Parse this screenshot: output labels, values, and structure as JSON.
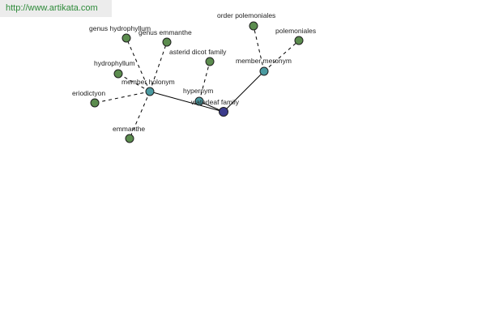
{
  "banner": {
    "url_text": "http://www.artikata.com"
  },
  "colors": {
    "leaf_node": "#5b8c4e",
    "relation_node": "#4a9aa0",
    "root_node": "#3b3b8c",
    "edge": "#000000"
  },
  "graph": {
    "nodes": [
      {
        "id": "waterleaf-family",
        "label": "waterleaf family",
        "kind": "root"
      },
      {
        "id": "member-holonym",
        "label": "member holonym",
        "kind": "relation"
      },
      {
        "id": "hypernym",
        "label": "hypernym",
        "kind": "relation"
      },
      {
        "id": "member-meronym",
        "label": "member meronym",
        "kind": "relation"
      },
      {
        "id": "genus-hydrophyllum",
        "label": "genus hydrophyllum",
        "kind": "leaf"
      },
      {
        "id": "genus-emmanthe",
        "label": "genus emmanthe",
        "kind": "leaf"
      },
      {
        "id": "hydrophyllum",
        "label": "hydrophyllum",
        "kind": "leaf"
      },
      {
        "id": "eriodictyon",
        "label": "eriodictyon",
        "kind": "leaf"
      },
      {
        "id": "emmanthe",
        "label": "emmanthe",
        "kind": "leaf"
      },
      {
        "id": "asterid-dicot-family",
        "label": "asterid dicot family",
        "kind": "leaf"
      },
      {
        "id": "order-polemoniales",
        "label": "order polemoniales",
        "kind": "leaf"
      },
      {
        "id": "polemoniales",
        "label": "polemoniales",
        "kind": "leaf"
      }
    ],
    "edges": [
      {
        "from": "waterleaf-family",
        "to": "member-holonym",
        "style": "solid"
      },
      {
        "from": "waterleaf-family",
        "to": "hypernym",
        "style": "solid"
      },
      {
        "from": "waterleaf-family",
        "to": "member-meronym",
        "style": "solid"
      },
      {
        "from": "member-holonym",
        "to": "genus-hydrophyllum",
        "style": "dashed"
      },
      {
        "from": "member-holonym",
        "to": "genus-emmanthe",
        "style": "dashed"
      },
      {
        "from": "member-holonym",
        "to": "hydrophyllum",
        "style": "dashed"
      },
      {
        "from": "member-holonym",
        "to": "eriodictyon",
        "style": "dashed"
      },
      {
        "from": "member-holonym",
        "to": "emmanthe",
        "style": "dashed"
      },
      {
        "from": "hypernym",
        "to": "asterid-dicot-family",
        "style": "dashed"
      },
      {
        "from": "member-meronym",
        "to": "order-polemoniales",
        "style": "dashed"
      },
      {
        "from": "member-meronym",
        "to": "polemoniales",
        "style": "dashed"
      }
    ]
  }
}
